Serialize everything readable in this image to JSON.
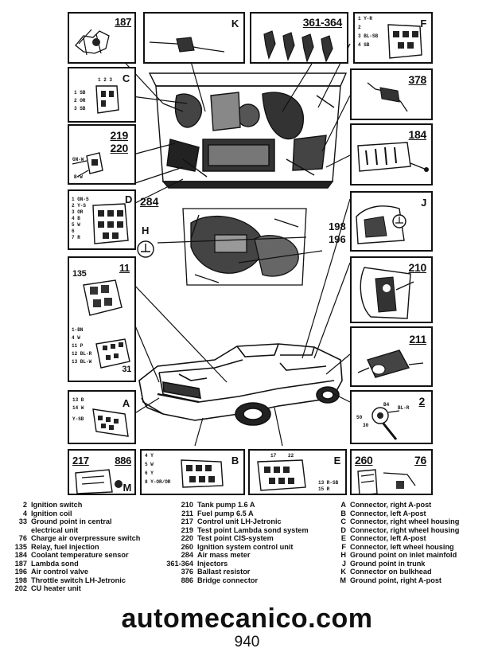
{
  "panels": {
    "p187": {
      "label": "187"
    },
    "pK": {
      "label": "K"
    },
    "p361": {
      "label": "361-364"
    },
    "pF": {
      "label": "F",
      "pins": [
        "1 Y-R",
        "2",
        "3 BL-SB",
        "4 SB"
      ]
    },
    "pC": {
      "label": "C",
      "pins_top": "1 2 3",
      "pins": [
        "1 SB",
        "2 OR",
        "3 SB"
      ]
    },
    "p378": {
      "label": "378"
    },
    "p219": {
      "label_a": "219",
      "label_b": "220",
      "pins": [
        "GN-W",
        "B-W"
      ]
    },
    "p184": {
      "label": "184"
    },
    "pD": {
      "label": "D",
      "pins": [
        "1 GN-S",
        "2 Y-S",
        "3 OR",
        "4 B",
        "5 W",
        "6",
        "7 R"
      ]
    },
    "pJ": {
      "label": "J"
    },
    "p11": {
      "label_a": "135",
      "label_b": "11",
      "label_c": "31",
      "pins": [
        "1-BN",
        "4 W",
        "11 P",
        "12 BL-R",
        "13 BL-W"
      ]
    },
    "p210": {
      "label": "210"
    },
    "p211": {
      "label": "211"
    },
    "pA": {
      "label": "A",
      "pins": [
        "13 B",
        "14 W",
        "Y-SB"
      ]
    },
    "p2": {
      "label": "2",
      "pins": [
        "B4",
        "BL-R",
        "50",
        "30"
      ]
    },
    "p217": {
      "label_a": "217",
      "label_b": "886",
      "label_c": "M"
    },
    "pB": {
      "label": "B",
      "pins": [
        "4 Y",
        "5 W",
        "6 Y",
        "8 Y-OR/OR"
      ]
    },
    "pE": {
      "label": "E",
      "pins": [
        "17",
        "22",
        "13 R-SB",
        "15 R"
      ]
    },
    "p260": {
      "label_a": "260",
      "label_b": "76"
    }
  },
  "callouts": {
    "c284": "284",
    "cH": "H",
    "c198": "198",
    "c196": "196"
  },
  "legend": {
    "col1": [
      {
        "n": "2",
        "t": "Ignition switch"
      },
      {
        "n": "4",
        "t": "Ignition coil"
      },
      {
        "n": "33",
        "t": "Ground point in central"
      },
      {
        "n": "",
        "t": "electrical unit"
      },
      {
        "n": "76",
        "t": "Charge air overpressure switch"
      },
      {
        "n": "135",
        "t": "Relay, fuel injection"
      },
      {
        "n": "184",
        "t": "Coolant temperature sensor"
      },
      {
        "n": "187",
        "t": "Lambda sond"
      },
      {
        "n": "196",
        "t": "Air control valve"
      },
      {
        "n": "198",
        "t": "Throttle switch LH-Jetronic"
      },
      {
        "n": "202",
        "t": "CU heater unit"
      }
    ],
    "col2": [
      {
        "n": "210",
        "t": "Tank pump 1.6 A"
      },
      {
        "n": "211",
        "t": "Fuel pump 6.5 A"
      },
      {
        "n": "217",
        "t": "Control unit LH-Jetronic"
      },
      {
        "n": "219",
        "t": "Test point Lambda sond system"
      },
      {
        "n": "220",
        "t": "Test point CIS-system"
      },
      {
        "n": "260",
        "t": "Ignition system control unit"
      },
      {
        "n": "284",
        "t": "Air mass meter"
      },
      {
        "n": "361-364",
        "t": "Injectors"
      },
      {
        "n": "376",
        "t": "Ballast resistor"
      },
      {
        "n": "886",
        "t": "Bridge connector"
      }
    ],
    "col3": [
      {
        "n": "A",
        "t": "Connector, right A-post"
      },
      {
        "n": "B",
        "t": "Connector, left A-post"
      },
      {
        "n": "C",
        "t": "Connector, right wheel housing"
      },
      {
        "n": "D",
        "t": "Connector, right wheel housing"
      },
      {
        "n": "E",
        "t": "Connector, left A-post"
      },
      {
        "n": "F",
        "t": "Connector, left wheel housing"
      },
      {
        "n": "H",
        "t": "Ground point on inlet mainfold"
      },
      {
        "n": "J",
        "t": "Ground point in trunk"
      },
      {
        "n": "K",
        "t": "Connector on bulkhead"
      },
      {
        "n": "M",
        "t": "Ground point, right A-post"
      }
    ]
  },
  "footer": {
    "site": "automecanico.com",
    "model": "940"
  }
}
